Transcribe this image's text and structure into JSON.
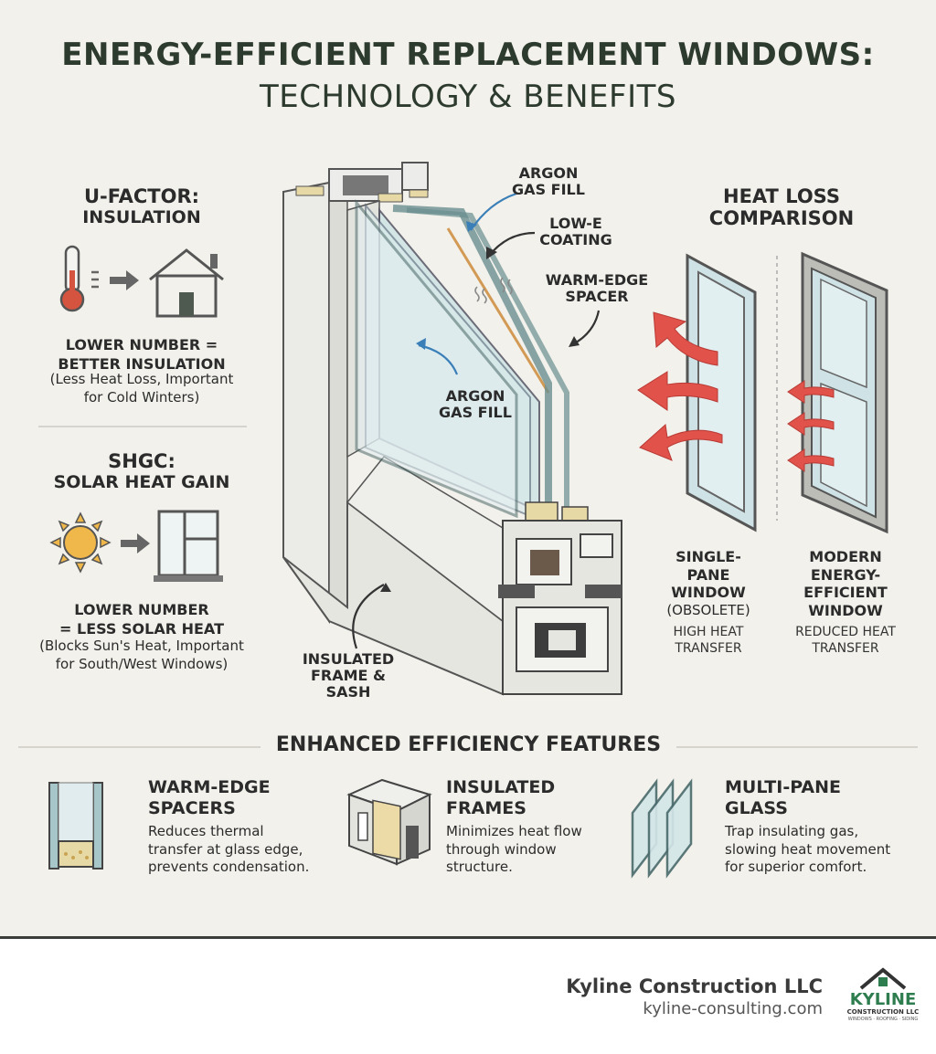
{
  "header": {
    "title": "ENERGY-EFFICIENT REPLACEMENT WINDOWS:",
    "subtitle": "TECHNOLOGY & BENEFITS"
  },
  "ufactor": {
    "title_line1": "U-FACTOR:",
    "title_line2": "INSULATION",
    "point_line1": "LOWER NUMBER =",
    "point_line2": "BETTER INSULATION",
    "note_line1": "(Less Heat Loss, Important",
    "note_line2": "for Cold Winters)",
    "icons": [
      "thermometer-icon",
      "arrow-right-icon",
      "house-icon"
    ]
  },
  "shgc": {
    "title_line1": "SHGC:",
    "title_line2": "SOLAR HEAT GAIN",
    "point_line1": "LOWER NUMBER",
    "point_line2": "= LESS SOLAR HEAT",
    "note_line1": "(Blocks Sun's Heat, Important",
    "note_line2": "for South/West Windows)",
    "icons": [
      "sun-icon",
      "arrow-right-icon",
      "window-icon"
    ]
  },
  "diagram": {
    "argon_top_1": "ARGON",
    "argon_top_2": "GAS FILL",
    "lowe_1": "LOW-E",
    "lowe_2": "COATING",
    "spacer_1": "WARM-EDGE",
    "spacer_2": "SPACER",
    "argon_mid_1": "ARGON",
    "argon_mid_2": "GAS FILL",
    "frame_1": "INSULATED",
    "frame_2": "FRAME & SASH"
  },
  "comparison": {
    "title_line1": "HEAT LOSS",
    "title_line2": "COMPARISON",
    "single_1": "SINGLE-",
    "single_2": "PANE",
    "single_3": "WINDOW",
    "single_4": "(OBSOLETE)",
    "single_5": "HIGH HEAT",
    "single_6": "TRANSFER",
    "modern_1": "MODERN",
    "modern_2": "ENERGY-",
    "modern_3": "EFFICIENT",
    "modern_4": "WINDOW",
    "modern_5": "REDUCED HEAT",
    "modern_6": "TRANSFER"
  },
  "features": {
    "heading": "ENHANCED EFFICIENCY FEATURES",
    "items": [
      {
        "title_1": "WARM-EDGE",
        "title_2": "SPACERS",
        "text_1": "Reduces thermal",
        "text_2": "transfer at glass edge,",
        "text_3": "prevents condensation.",
        "icon": "spacer-icon"
      },
      {
        "title_1": "INSULATED",
        "title_2": "FRAMES",
        "text_1": "Minimizes heat flow",
        "text_2": "through window",
        "text_3": "structure.",
        "icon": "frame-icon"
      },
      {
        "title_1": "MULTI-PANE",
        "title_2": "GLASS",
        "text_1": "Trap insulating gas,",
        "text_2": "slowing heat movement",
        "text_3": "for superior comfort.",
        "icon": "glass-panes-icon"
      }
    ]
  },
  "footer": {
    "company": "Kyline Construction LLC",
    "url": "kyline-consulting.com",
    "logo_name": "KYLINE",
    "logo_sub": "CONSTRUCTION LLC",
    "logo_tag": "WINDOWS · ROOFING · SIDING"
  },
  "colors": {
    "background": "#f2f1eb",
    "heading": "#2d3a2e",
    "heat_arrow": "#e0524a",
    "glass": "#cfe3e6",
    "frame": "#e8e8e4",
    "accent_blue": "#3b7fb8",
    "logo_green": "#2e7d4f"
  }
}
